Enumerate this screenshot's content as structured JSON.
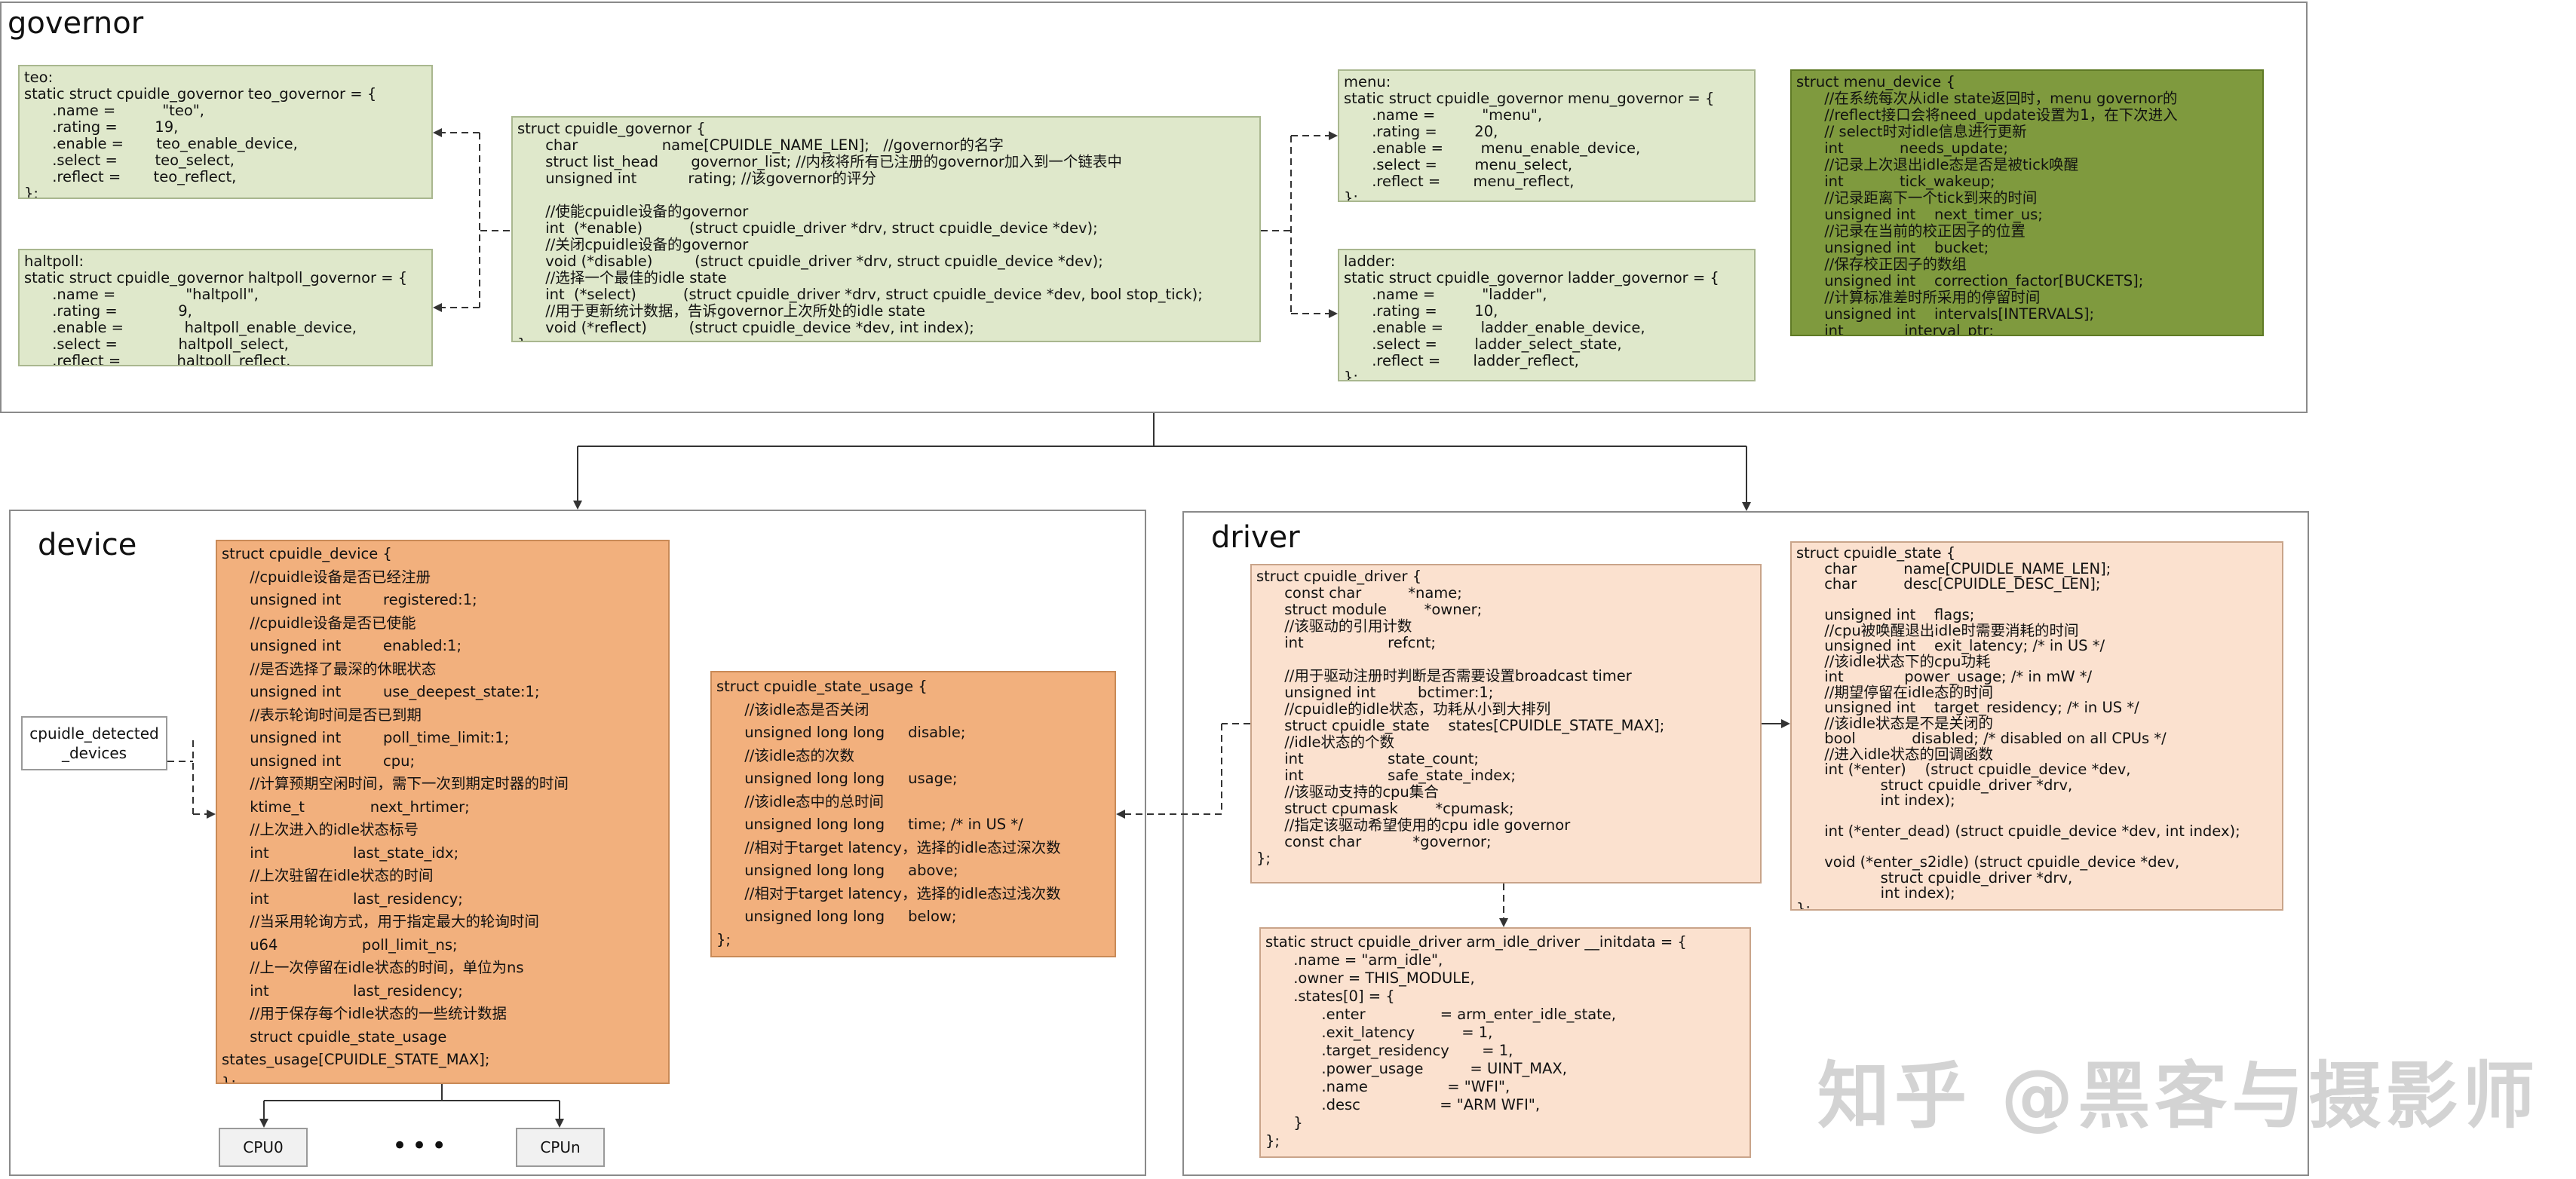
{
  "panels": {
    "governor_title": "governor",
    "device_title": "device",
    "driver_title": "driver"
  },
  "teo_box": [
    "teo:",
    "static struct cpuidle_governor teo_governor = {",
    "      .name =          \"teo\",",
    "      .rating =        19,",
    "      .enable =       teo_enable_device,",
    "      .select =        teo_select,",
    "      .reflect =       teo_reflect,",
    "};"
  ],
  "haltpoll_box": [
    "haltpoll:",
    "static struct cpuidle_governor haltpoll_governor = {",
    "      .name =               \"haltpoll\",",
    "      .rating =             9,",
    "      .enable =             haltpoll_enable_device,",
    "      .select =             haltpoll_select,",
    "      .reflect =            haltpoll_reflect,",
    "};"
  ],
  "governor_struct_box": [
    "struct cpuidle_governor {",
    "      char                  name[CPUIDLE_NAME_LEN];   //governor的名字",
    "      struct list_head       governor_list; //内核将所有已注册的governor加入到一个链表中",
    "      unsigned int           rating; //该governor的评分",
    "",
    "      //使能cpuidle设备的governor",
    "      int  (*enable)          (struct cpuidle_driver *drv, struct cpuidle_device *dev);",
    "      //关闭cpuidle设备的governor",
    "      void (*disable)         (struct cpuidle_driver *drv, struct cpuidle_device *dev);",
    "      //选择一个最佳的idle state",
    "      int  (*select)          (struct cpuidle_driver *drv, struct cpuidle_device *dev, bool stop_tick);",
    "      //用于更新统计数据，告诉governor上次所处的idle state",
    "      void (*reflect)         (struct cpuidle_device *dev, int index);",
    "};"
  ],
  "menu_box": [
    "menu:",
    "static struct cpuidle_governor menu_governor = {",
    "      .name =          \"menu\",",
    "      .rating =        20,",
    "      .enable =        menu_enable_device,",
    "      .select =        menu_select,",
    "      .reflect =       menu_reflect,",
    "};"
  ],
  "ladder_box": [
    "ladder:",
    "static struct cpuidle_governor ladder_governor = {",
    "      .name =          \"ladder\",",
    "      .rating =        10,",
    "      .enable =        ladder_enable_device,",
    "      .select =        ladder_select_state,",
    "      .reflect =       ladder_reflect,",
    "};"
  ],
  "menu_device_box": [
    "struct menu_device {",
    "      //在系统每次从idle state返回时，menu governor的",
    "      //reflect接口会将need_update设置为1，在下次进入",
    "      // select时对idle信息进行更新",
    "      int            needs_update;",
    "      //记录上次退出idle态是否是被tick唤醒",
    "      int            tick_wakeup;",
    "      //记录距离下一个tick到来的时间",
    "      unsigned int    next_timer_us;",
    "      //记录在当前的校正因子的位置",
    "      unsigned int    bucket;",
    "      //保存校正因子的数组",
    "      unsigned int    correction_factor[BUCKETS];",
    "      //计算标准差时所采用的停留时间",
    "      unsigned int    intervals[INTERVALS];",
    "      int             interval_ptr;",
    "};"
  ],
  "cpuidle_device_box": [
    "struct cpuidle_device {",
    "      //cpuidle设备是否已经注册",
    "      unsigned int         registered:1;",
    "      //cpuidle设备是否已使能",
    "      unsigned int         enabled:1;",
    "      //是否选择了最深的休眠状态",
    "      unsigned int         use_deepest_state:1;",
    "      //表示轮询时间是否已到期",
    "      unsigned int         poll_time_limit:1;",
    "      unsigned int         cpu;",
    "      //计算预期空闲时间，需下一次到期定时器的时间",
    "      ktime_t              next_hrtimer;",
    "      //上次进入的idle状态标号",
    "      int                  last_state_idx;",
    "      //上次驻留在idle状态的时间",
    "      int                  last_residency;",
    "      //当采用轮询方式，用于指定最大的轮询时间",
    "      u64                  poll_limit_ns;",
    "      //上一次停留在idle状态的时间，单位为ns",
    "      int                  last_residency;",
    "      //用于保存每个idle状态的一些统计数据",
    "      struct cpuidle_state_usage",
    "states_usage[CPUIDLE_STATE_MAX];",
    "};"
  ],
  "state_usage_box": [
    "struct cpuidle_state_usage {",
    "      //该idle态是否关闭",
    "      unsigned long long     disable;",
    "      //该idle态的次数",
    "      unsigned long long     usage;",
    "      //该idle态中的总时间",
    "      unsigned long long     time; /* in US */",
    "      //相对于target latency，选择的idle态过深次数",
    "      unsigned long long     above;",
    "      //相对于target latency，选择的idle态过浅次数",
    "      unsigned long long     below;",
    "};"
  ],
  "detected_box": [
    "cpuidle_detected",
    "_devices"
  ],
  "cpu0_label": "CPU0",
  "cpun_label": "CPUn",
  "cpu_dots": "•••",
  "cpuidle_driver_box": [
    "struct cpuidle_driver {",
    "      const char          *name;",
    "      struct module        *owner;",
    "      //该驱动的引用计数",
    "      int                  refcnt;",
    "",
    "      //用于驱动注册时判断是否需要设置broadcast timer",
    "      unsigned int         bctimer:1;",
    "      //cpuidle的idle状态，功耗从小到大排列",
    "      struct cpuidle_state    states[CPUIDLE_STATE_MAX];",
    "      //idle状态的个数",
    "      int                  state_count;",
    "      int                  safe_state_index;",
    "      //该驱动支持的cpu集合",
    "      struct cpumask        *cpumask;",
    "      //指定该驱动希望使用的cpu idle governor",
    "      const char           *governor;",
    "};"
  ],
  "arm_idle_box": [
    "static struct cpuidle_driver arm_idle_driver __initdata = {",
    "      .name = \"arm_idle\",",
    "      .owner = THIS_MODULE,",
    "      .states[0] = {",
    "            .enter                = arm_enter_idle_state,",
    "            .exit_latency          = 1,",
    "            .target_residency       = 1,",
    "            .power_usage          = UINT_MAX,",
    "            .name                 = \"WFI\",",
    "            .desc                 = \"ARM WFI\",",
    "      }",
    "};"
  ],
  "cpuidle_state_box": [
    "struct cpuidle_state {",
    "      char          name[CPUIDLE_NAME_LEN];",
    "      char          desc[CPUIDLE_DESC_LEN];",
    "",
    "      unsigned int    flags;",
    "      //cpu被唤醒退出idle时需要消耗的时间",
    "      unsigned int    exit_latency; /* in US */",
    "      //该idle状态下的cpu功耗",
    "      int             power_usage; /* in mW */",
    "      //期望停留在idle态的时间",
    "      unsigned int    target_residency; /* in US */",
    "      //该idle状态是不是关闭的",
    "      bool            disabled; /* disabled on all CPUs */",
    "      //进入idle状态的回调函数",
    "      int (*enter)    (struct cpuidle_device *dev,",
    "                  struct cpuidle_driver *drv,",
    "                  int index);",
    "",
    "      int (*enter_dead) (struct cpuidle_device *dev, int index);",
    "",
    "      void (*enter_s2idle) (struct cpuidle_device *dev,",
    "                  struct cpuidle_driver *drv,",
    "                  int index);",
    "};"
  ],
  "watermark": "知乎 @黑客与摄影师"
}
